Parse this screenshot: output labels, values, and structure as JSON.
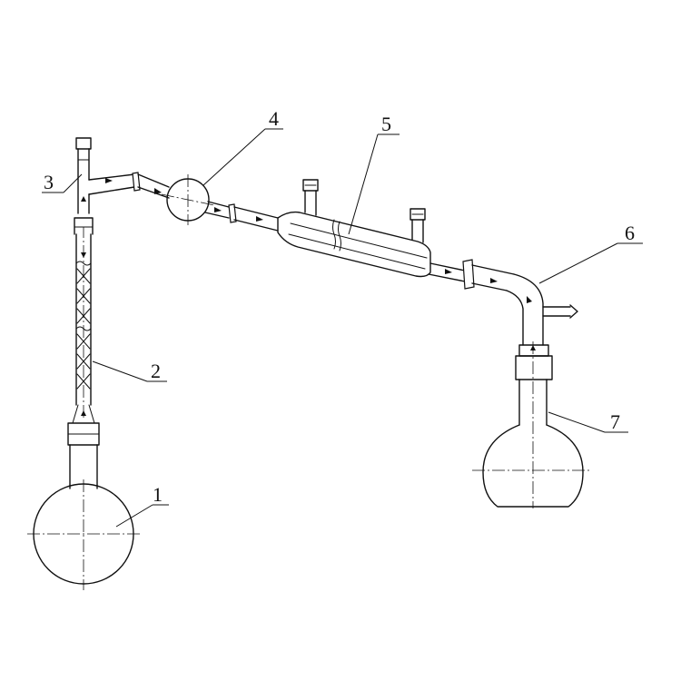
{
  "diagram": {
    "labels": {
      "flask": "1",
      "column": "2",
      "head": "3",
      "trap": "4",
      "condenser": "5",
      "adapter": "6",
      "receiver": "7"
    }
  }
}
